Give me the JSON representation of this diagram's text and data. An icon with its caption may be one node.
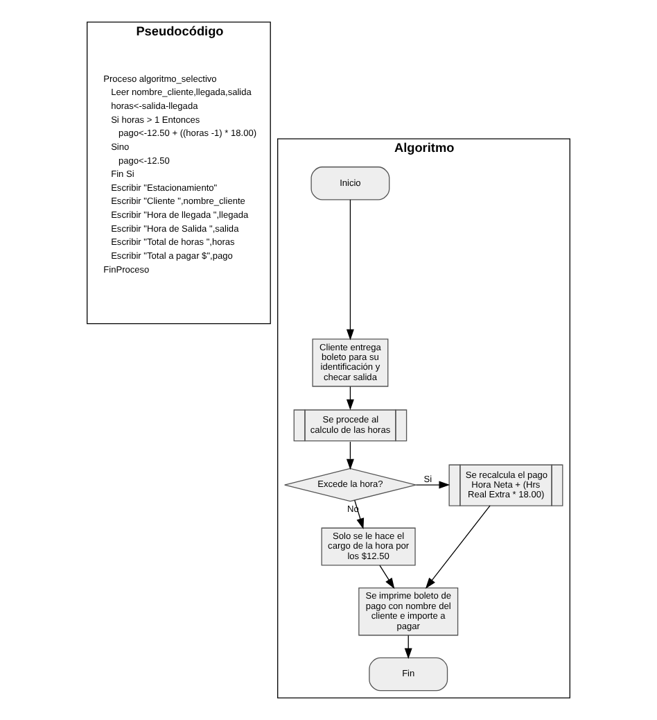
{
  "diagram": {
    "nodes": [
      {
        "text": [
          "Pseudocódigo"
        ]
      },
      {
        "text": [
          "Algoritmo"
        ]
      },
      {
        "text": [
          "Inicio"
        ],
        "in": 1
      },
      {
        "text": [
          "Cliente entrega boleto para su identificación y checar salida"
        ],
        "in": 1
      },
      {
        "text": [
          "Se procede al calculo de las horas"
        ],
        "in": 1
      },
      {
        "text": [
          "Excede la hora?"
        ],
        "in": 1
      },
      {
        "text": [
          "Se recalcula el pago Hora Neta + (Hrs Real Extra * 18.00)"
        ],
        "in": 1
      },
      {
        "text": [
          "Solo se le hace el cargo de la hora por los $12.50"
        ],
        "in": 1
      },
      {
        "text": [
          "Se imprime boleto de pago con nombre del cliente e importe a pagar"
        ],
        "in": 1
      },
      {
        "text": [
          "Fin"
        ],
        "in": 1
      }
    ],
    "edges": [
      {
        "from": 2,
        "to": 3,
        "arrow": "to"
      },
      {
        "from": 3,
        "to": 4,
        "arrow": "to"
      },
      {
        "from": 4,
        "to": 5,
        "arrow": "to"
      },
      {
        "from": 5,
        "to": 6,
        "arrow": "to",
        "label": "Si"
      },
      {
        "from": 5,
        "to": 7,
        "arrow": "to",
        "label": "No"
      },
      {
        "from": 7,
        "to": 8,
        "arrow": "to"
      },
      {
        "from": 6,
        "to": 8,
        "arrow": "to"
      },
      {
        "from": 8,
        "to": 9,
        "arrow": "to"
      }
    ],
    "labels": [
      "Proceso algoritmo_selectivo",
      "Leer nombre_cliente,llegada,salida",
      "horas<-salida-llegada",
      "Si horas > 1 Entonces",
      "pago<-12.50 + ((horas -1) * 18.00)",
      "Sino",
      "pago<-12.50",
      "Fin Si",
      "Escribir \"Estacionamiento\"",
      "Escribir \"Cliente \",nombre_cliente",
      "Escribir \"Hora de llegada \",llegada",
      "Escribir \"Hora de Salida \",salida",
      "Escribir \"Total de horas \",horas",
      "Escribir \"Total a pagar $\",pago",
      "FinProceso"
    ]
  }
}
